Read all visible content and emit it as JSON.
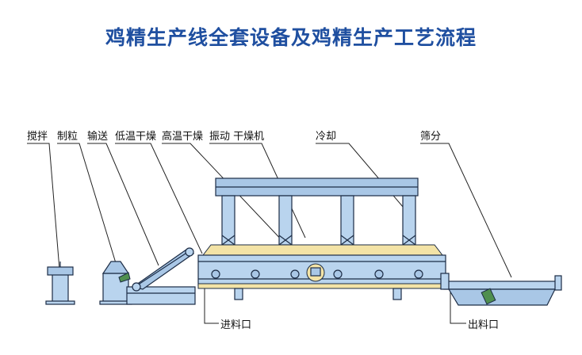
{
  "title": "鸡精生产线全套设备及鸡精生产工艺流程",
  "labels": {
    "mixing": "搅拌",
    "granulating": "制粒",
    "conveying": "输送",
    "low_temp_drying": "低温干燥",
    "high_temp_drying": "高温干燥",
    "vibrating_dryer": "振动 干燥机",
    "cooling": "冷却",
    "screening": "筛分",
    "inlet": "进料口",
    "outlet": "出料口"
  },
  "colors": {
    "title": "#1f4fa0",
    "machine_blue": "#b9d4ee",
    "outline": "#1c2c45",
    "accent_yellow": "#f3e3a6",
    "accent_green": "#4f8f4f"
  }
}
